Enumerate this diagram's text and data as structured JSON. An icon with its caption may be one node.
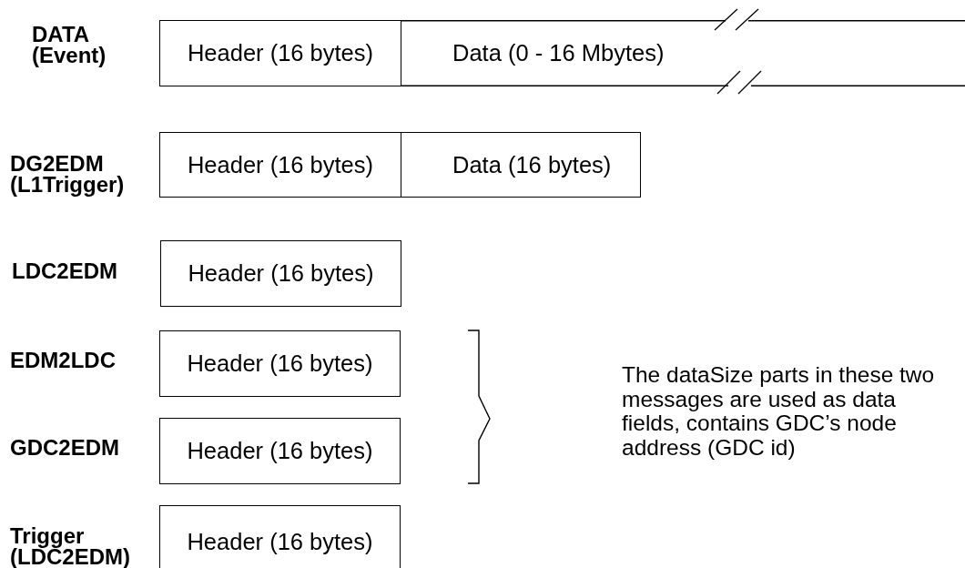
{
  "diagram": {
    "nodes": [
      {
        "text": [
          "Header (16 bytes)"
        ]
      },
      {
        "text": [
          "Data (0 - 16 Mbytes)"
        ]
      },
      {
        "text": [
          "Header (16 bytes)"
        ]
      },
      {
        "text": [
          "Data (16 bytes)"
        ]
      },
      {
        "text": [
          "Header (16 bytes)"
        ]
      },
      {
        "text": [
          "Header (16 bytes)"
        ]
      },
      {
        "text": [
          "Header (16 bytes)"
        ]
      },
      {
        "text": [
          "Header (16 bytes)"
        ]
      }
    ],
    "edges": [],
    "labels": [
      "DATA (Event)",
      "DG2EDM (L1Trigger)",
      "LDC2EDM",
      "EDM2LDC",
      "GDC2EDM",
      "Trigger (LDC2EDM)",
      "The dataSize parts in these two messages are used as data fields, contains GDC’s node address (GDC id)"
    ]
  }
}
